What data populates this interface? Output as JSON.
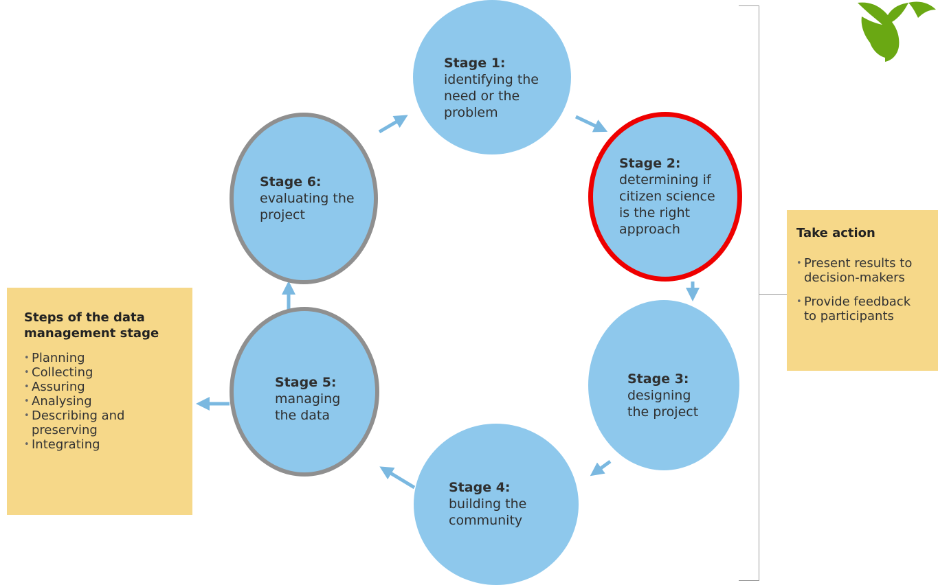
{
  "colors": {
    "stage_fill": "#8ec8ec",
    "arrow": "#7ab8e0",
    "highlight_ring": "#ee0000",
    "secondary_ring": "#8f8f8f",
    "box_fill": "#f6d889",
    "logo": "#6aa813"
  },
  "stages": [
    {
      "title": "Stage 1:",
      "lines": [
        "identifying the",
        "need or the",
        "problem"
      ],
      "ring": "none"
    },
    {
      "title": "Stage 2:",
      "lines": [
        "determining if",
        "citizen science",
        "is the right",
        "approach"
      ],
      "ring": "red"
    },
    {
      "title": "Stage 3:",
      "lines": [
        "designing",
        "the project"
      ],
      "ring": "none"
    },
    {
      "title": "Stage 4:",
      "lines": [
        "building the",
        "community"
      ],
      "ring": "none"
    },
    {
      "title": "Stage 5:",
      "lines": [
        "managing",
        "the data"
      ],
      "ring": "gray"
    },
    {
      "title": "Stage 6:",
      "lines": [
        "evaluating the",
        "project"
      ],
      "ring": "gray"
    }
  ],
  "data_steps_box": {
    "heading_lines": [
      "Steps of the data",
      "management stage"
    ],
    "items": [
      "Planning",
      "Collecting",
      "Assuring",
      "Analysing",
      "Describing and",
      "preserving",
      "Integrating"
    ]
  },
  "take_action_box": {
    "heading": "Take action",
    "items": [
      [
        "Present results to",
        "decision-makers"
      ],
      [
        "Provide feedback",
        "to participants"
      ]
    ]
  },
  "logo_icon": "bird-icon"
}
